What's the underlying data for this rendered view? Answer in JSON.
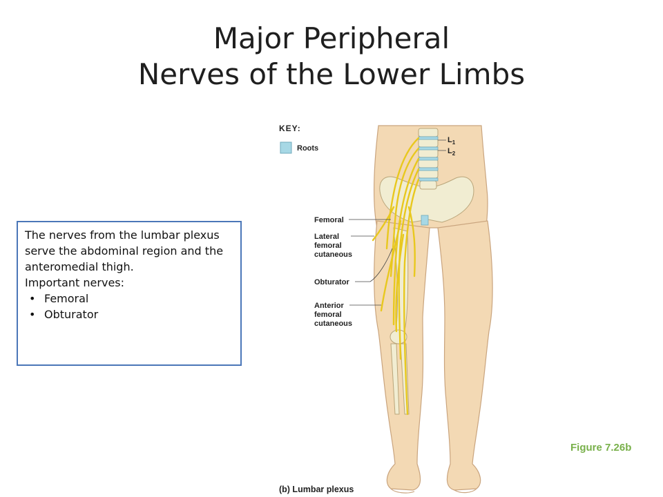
{
  "title": {
    "line1": "Major Peripheral",
    "line2": "Nerves of the Lower Limbs"
  },
  "info_box": {
    "paragraph": "The nerves from the lumbar plexus serve the abdominal region and the anteromedial thigh.",
    "subheading": "Important nerves:",
    "bullets": [
      "Femoral",
      "Obturator"
    ]
  },
  "figure": {
    "key_title": "KEY:",
    "key_item": "Roots",
    "vertebra_labels": {
      "l1": "L",
      "l1_sub": "1",
      "l2": "L",
      "l2_sub": "2"
    },
    "nerve_labels": {
      "femoral": "Femoral",
      "lateral_femoral_cutaneous": [
        "Lateral",
        "femoral",
        "cutaneous"
      ],
      "obturator": "Obturator",
      "anterior_femoral_cutaneous": [
        "Anterior",
        "femoral",
        "cutaneous"
      ]
    },
    "caption": "(b) Lumbar plexus",
    "figure_number": "Figure 7.26b"
  },
  "colors": {
    "skin": "#f3d9b4",
    "nerve": "#e8c81e",
    "bone": "#f1edd2",
    "root": "#a7d8e5",
    "box_border": "#4a76b8",
    "figure_label": "#78b04a"
  }
}
